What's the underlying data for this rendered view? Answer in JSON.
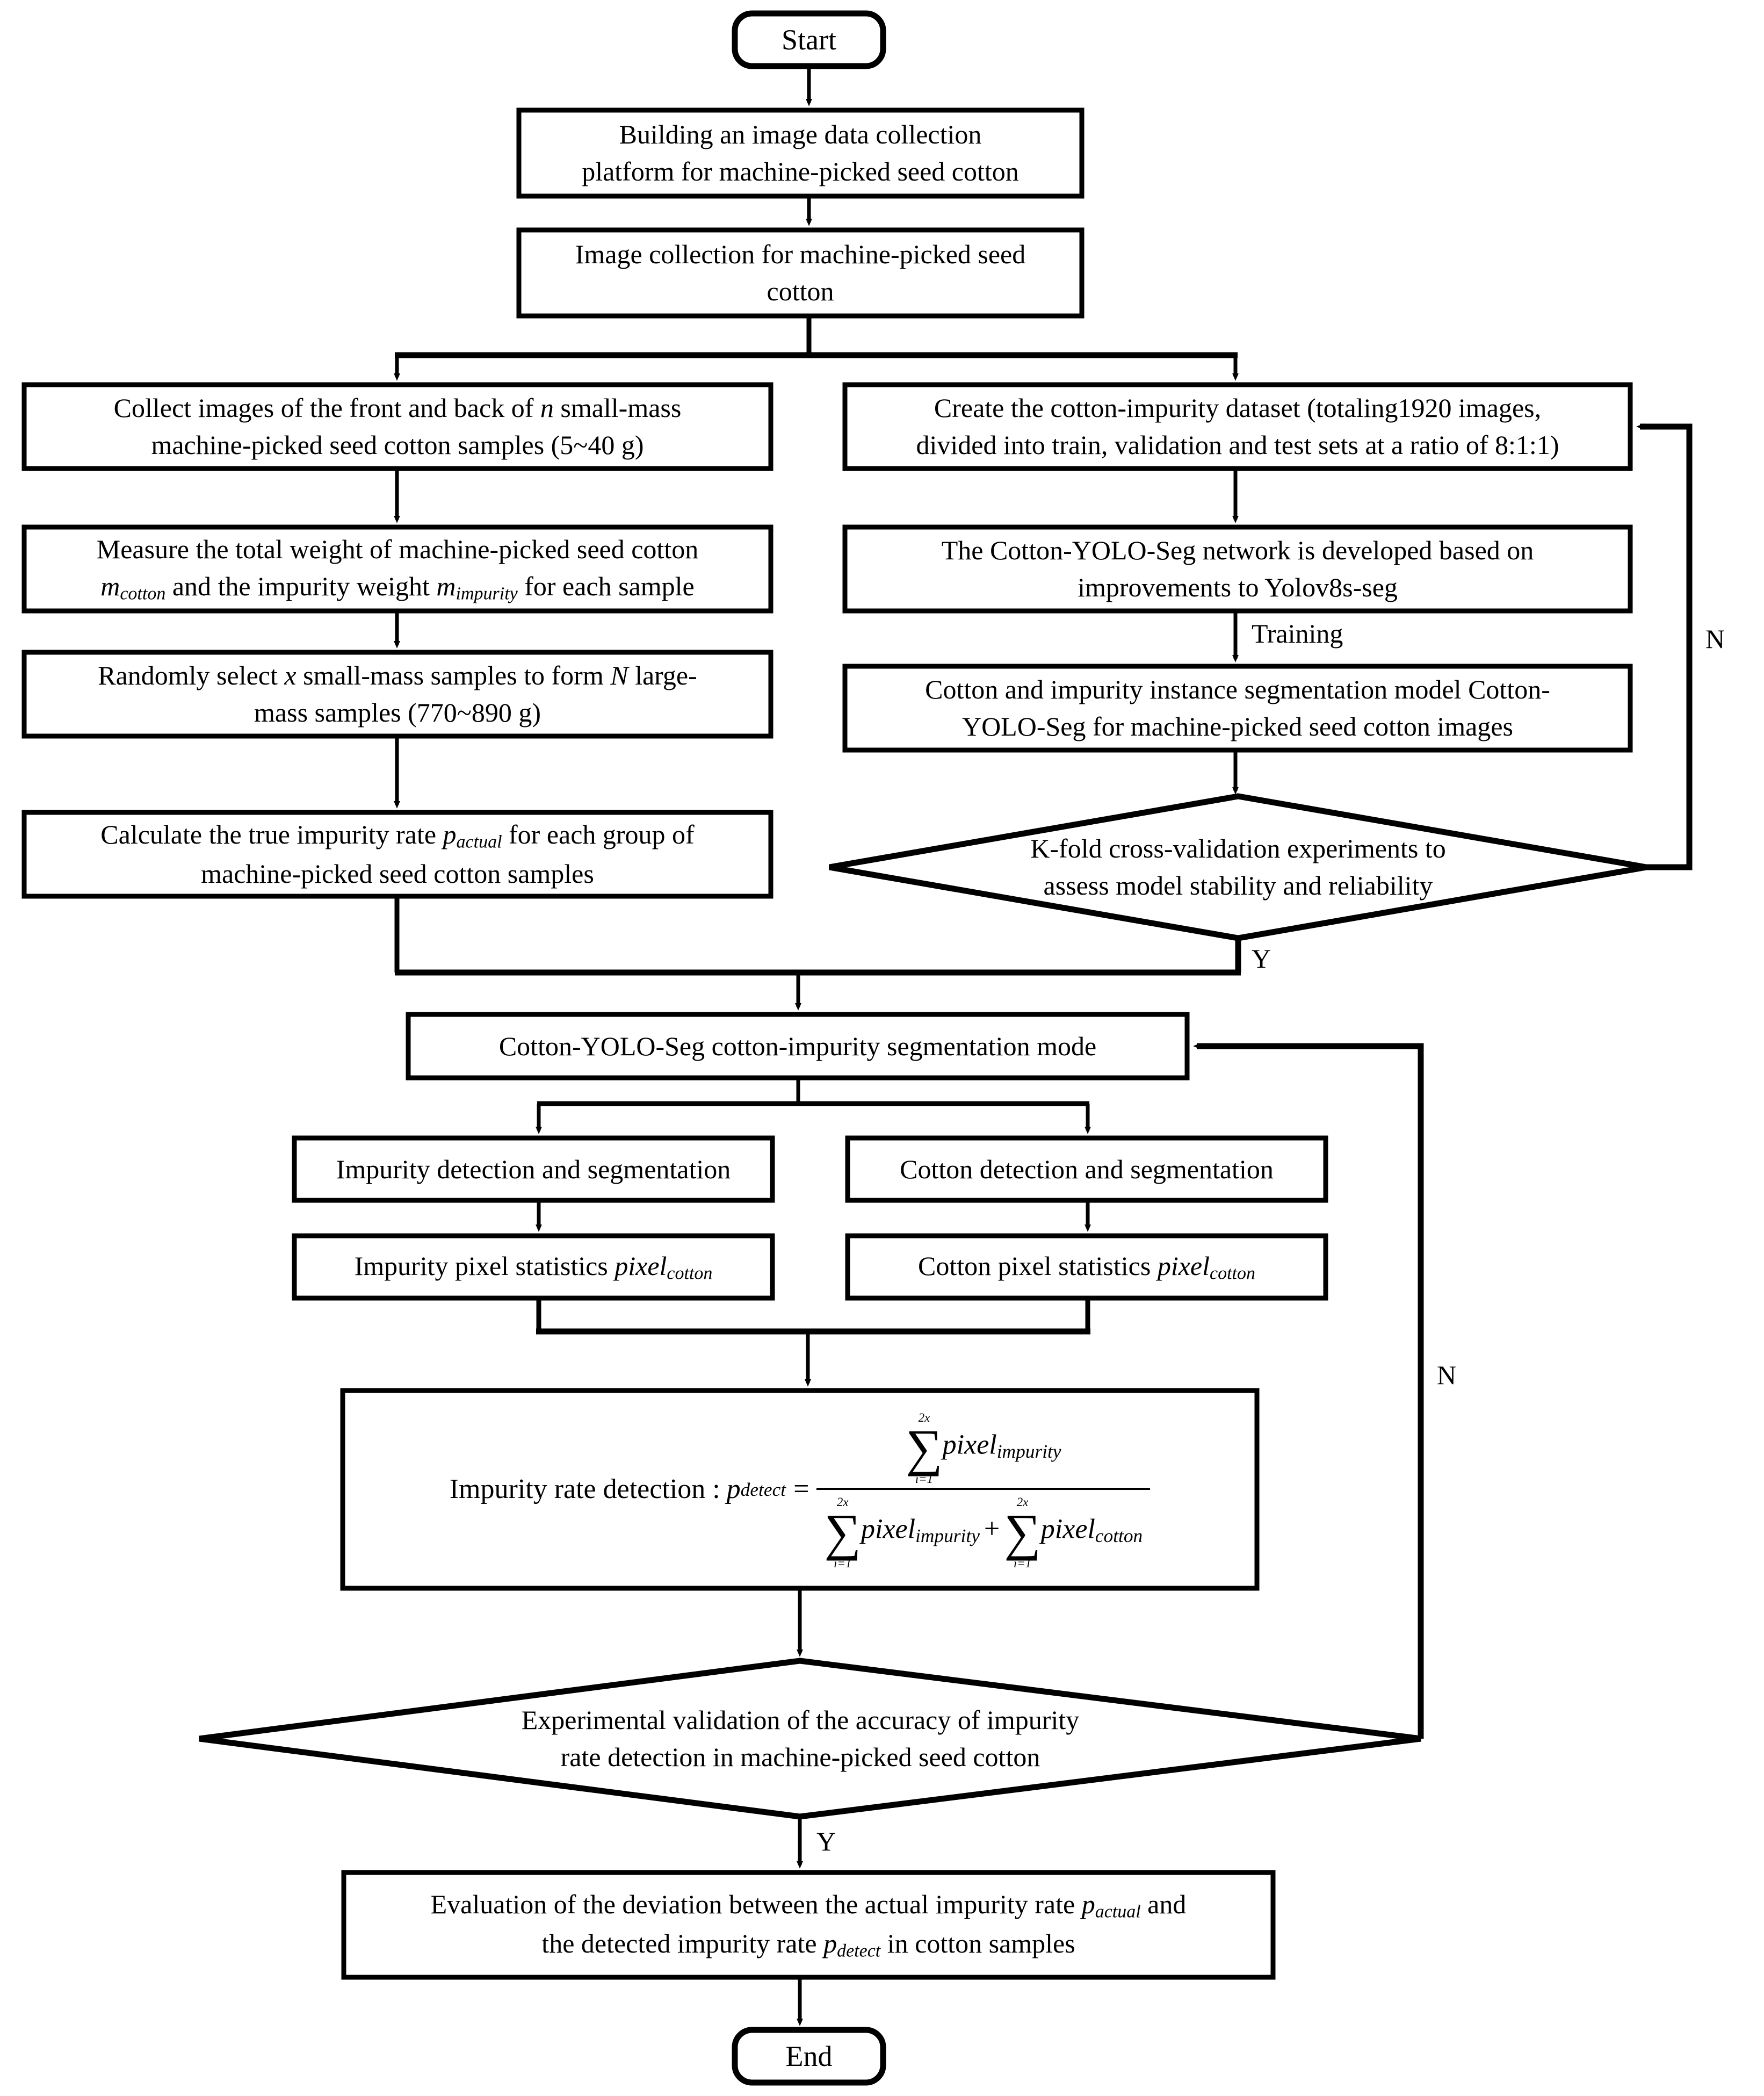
{
  "diagram": {
    "type": "flowchart",
    "title": "Machine-picked seed cotton impurity rate detection workflow",
    "nodes": {
      "start": "Start",
      "build_platform": "Building an image data collection platform for machine-picked seed cotton",
      "image_collection": "Image collection for machine-picked seed cotton",
      "collect_front_back": "Collect images of the front and back of n small-mass machine-picked seed cotton samples (5~40 g)",
      "measure_weight": "Measure the total weight of machine-picked seed cotton m_cotton and the impurity weight m_impurity for each sample",
      "random_select": "Randomly select x small-mass samples to form N large-mass samples (770~890 g)",
      "calc_true_rate": "Calculate the true impurity rate p_actual for each group of machine-picked seed cotton samples",
      "create_dataset": "Create the cotton-impurity dataset (totaling1920 images, divided into train, validation and test sets at a ratio of 8:1:1)",
      "network_developed": "The Cotton-YOLO-Seg network is developed based on improvements to Yolov8s-seg",
      "seg_model": "Cotton and impurity instance segmentation model Cotton-YOLO-Seg for machine-picked seed cotton images",
      "kfold_decision": "K-fold cross-validation experiments to assess model stability and  reliability",
      "seg_mode": "Cotton-YOLO-Seg cotton-impurity segmentation mode",
      "impurity_detection": "Impurity detection and segmentation",
      "cotton_detection": "Cotton detection and segmentation",
      "impurity_pixels": "Impurity pixel statistics pixel_cotton",
      "cotton_pixels": "Cotton pixel statistics pixel_cotton",
      "formula_label": "Impurity rate detection :",
      "formula_lhs": "p_detect",
      "formula_rhs": "sum(i=1..2x) pixel_impurity / ( sum(i=1..2x) pixel_impurity + sum(i=1..2x) pixel_cotton )",
      "experimental_validation": "Experimental validation of the accuracy of impurity rate detection in machine-picked seed cotton",
      "evaluation": "Evaluation of the deviation between the actual impurity rate p_actual and the detected impurity rate p_detect in cotton samples",
      "end": "End"
    },
    "node_text_parts": {
      "measure_weight_l1": "Measure the total weight of machine-picked seed cotton",
      "measure_weight_l2_a": "m",
      "measure_weight_l2_sub1": "cotton",
      "measure_weight_l2_b": " and the impurity weight ",
      "measure_weight_l2_c": "m",
      "measure_weight_l2_sub2": "impurity",
      "measure_weight_l2_d": " for each sample",
      "collect_l1_a": "Collect images of the front and back of ",
      "collect_l1_var": "n",
      "collect_l1_b": " small-mass",
      "collect_l2": "machine-picked seed cotton samples (5~40 g)",
      "random_l1_a": "Randomly select ",
      "random_l1_var": "x",
      "random_l1_b": " small-mass samples to form ",
      "random_l1_var2": "N",
      "random_l1_c": " large-",
      "random_l2": "mass samples (770~890 g)",
      "calc_l1_a": "Calculate the true impurity rate ",
      "calc_l1_p": "p",
      "calc_l1_sub": "actual",
      "calc_l1_b": " for each group of",
      "calc_l2": "machine-picked seed cotton samples",
      "dataset_l1": "Create the cotton-impurity dataset (totaling1920 images,",
      "dataset_l2": "divided into train, validation and test sets at a ratio of 8:1:1)",
      "network_l1": "The Cotton-YOLO-Seg network is developed based on",
      "network_l2": "improvements to Yolov8s-seg",
      "segmodel_l1": "Cotton and impurity instance segmentation model Cotton-",
      "segmodel_l2": "YOLO-Seg for machine-picked seed cotton images",
      "kfold_l1": "K-fold cross-validation experiments to",
      "kfold_l2": "assess model stability and  reliability",
      "build_l1": "Building an image data collection",
      "build_l2": "platform for machine-picked seed cotton",
      "imgcoll_l1": "Image collection for machine-picked seed",
      "imgcoll_l2": "cotton",
      "imp_pixels_a": "Impurity pixel statistics ",
      "imp_pixels_v": "pixel",
      "imp_pixels_sub": "cotton",
      "cot_pixels_a": "Cotton pixel statistics ",
      "cot_pixels_v": "pixel",
      "cot_pixels_sub": "cotton",
      "validation_l1": "Experimental validation of the accuracy of impurity",
      "validation_l2": "rate detection in machine-picked seed cotton",
      "eval_l1_a": "Evaluation of the deviation between the actual impurity rate ",
      "eval_l1_p": "p",
      "eval_l1_sub": "actual",
      "eval_l1_b": " and",
      "eval_l2_a": "the detected impurity rate ",
      "eval_l2_p": "p",
      "eval_l2_sub": "detect",
      "eval_l2_b": " in cotton samples",
      "formula_prefix": "Impurity rate detection :",
      "formula_p": "p",
      "formula_p_sub": "detect",
      "formula_eq": "=",
      "sum_upper": "2x",
      "sum_lower": "i=1",
      "sigma": "∑",
      "pixel_word": "pixel",
      "sub_impurity": "impurity",
      "sub_cotton": "cotton",
      "plus": "+"
    },
    "edge_labels": {
      "training": "Training",
      "kfold_no": "N",
      "kfold_yes": "Y",
      "validation_no": "N",
      "validation_yes": "Y"
    },
    "colors": {
      "stroke": "#000000",
      "fill": "#ffffff",
      "text": "#000000"
    }
  }
}
